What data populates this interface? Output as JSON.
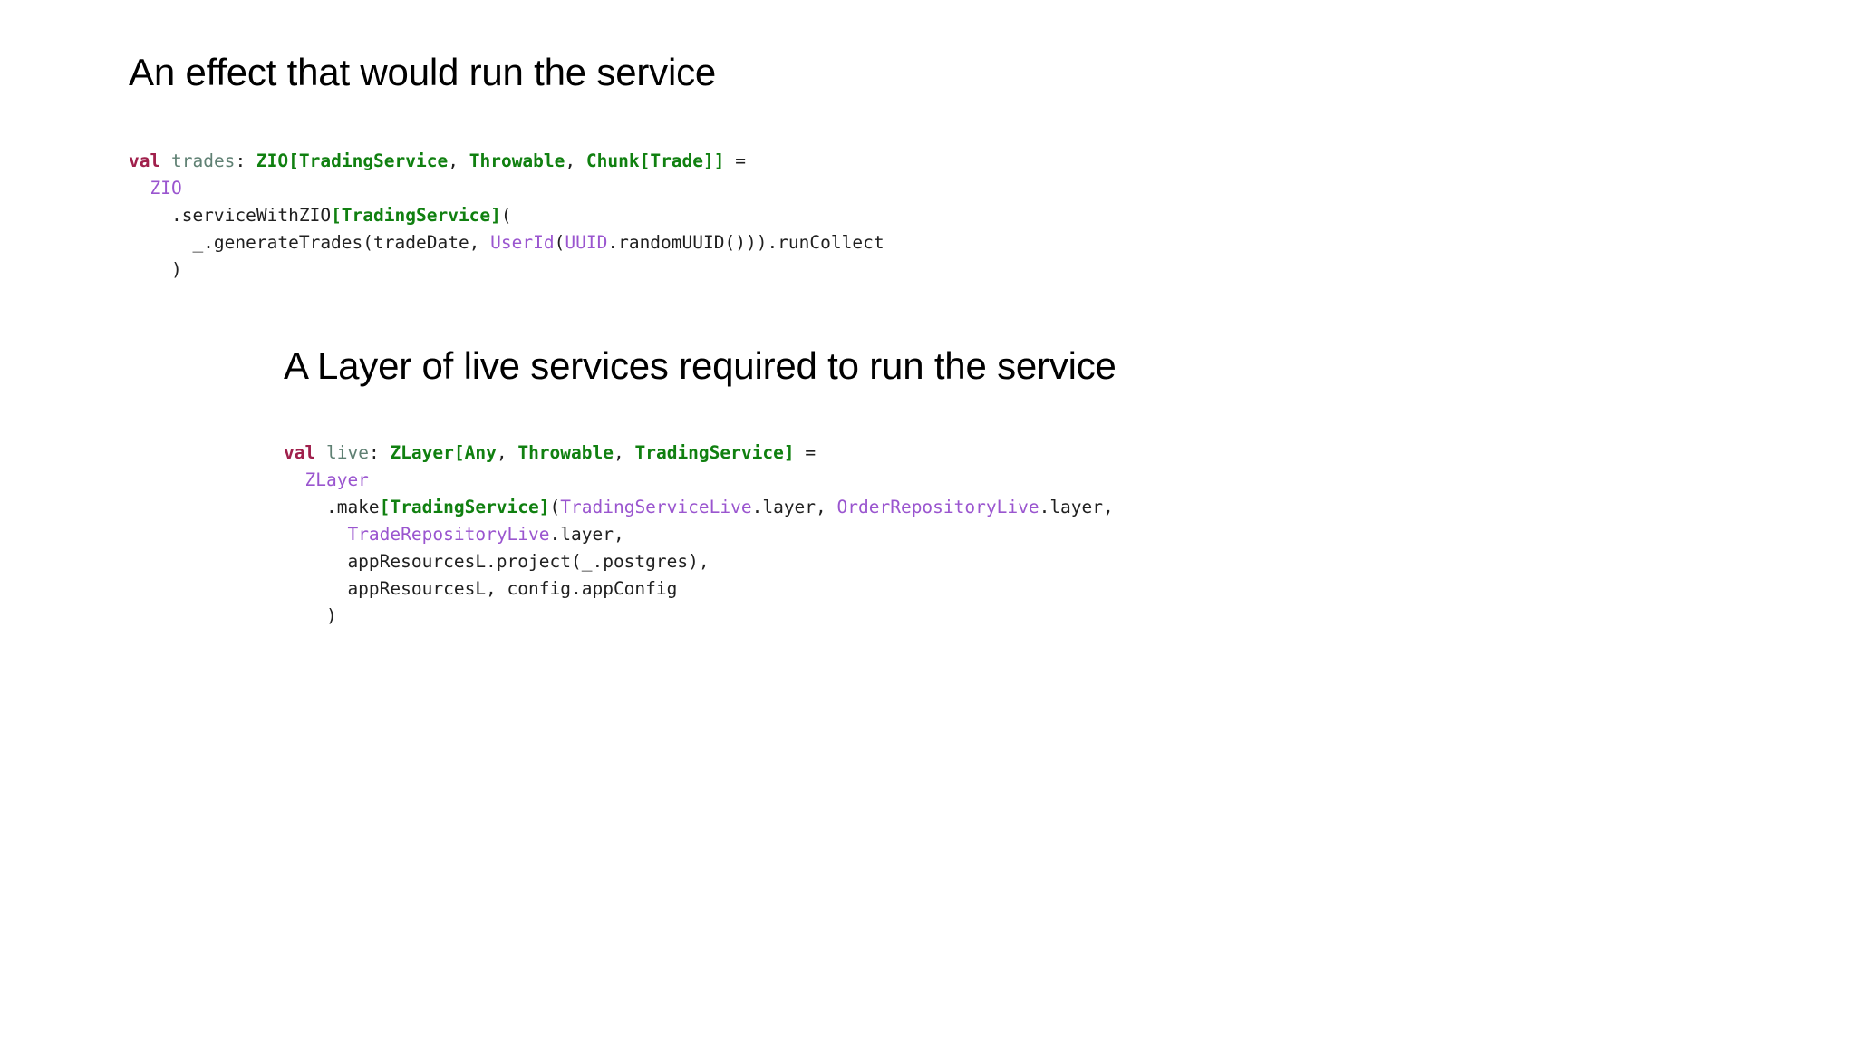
{
  "slide": {
    "background_color": "#ffffff",
    "sections": [
      {
        "heading": "An effect that would run the service",
        "code_lines": [
          [
            {
              "t": "val",
              "c": "keyword"
            },
            {
              "t": " ",
              "c": "plain"
            },
            {
              "t": "trades",
              "c": "valname"
            },
            {
              "t": ": ",
              "c": "plain"
            },
            {
              "t": "ZIO[TradingService",
              "c": "type"
            },
            {
              "t": ", ",
              "c": "plain"
            },
            {
              "t": "Throwable",
              "c": "type"
            },
            {
              "t": ", ",
              "c": "plain"
            },
            {
              "t": "Chunk[Trade]]",
              "c": "type"
            },
            {
              "t": " =",
              "c": "plain"
            }
          ],
          [
            {
              "t": "  ",
              "c": "plain"
            },
            {
              "t": "ZIO",
              "c": "ident"
            }
          ],
          [
            {
              "t": "    .serviceWithZIO",
              "c": "plain"
            },
            {
              "t": "[TradingService]",
              "c": "type"
            },
            {
              "t": "(",
              "c": "plain"
            }
          ],
          [
            {
              "t": "      _.generateTrades(tradeDate, ",
              "c": "plain"
            },
            {
              "t": "UserId",
              "c": "ident"
            },
            {
              "t": "(",
              "c": "plain"
            },
            {
              "t": "UUID",
              "c": "ident"
            },
            {
              "t": ".randomUUID())).runCollect",
              "c": "plain"
            }
          ],
          [
            {
              "t": "    )",
              "c": "plain"
            }
          ]
        ]
      },
      {
        "heading": "A Layer of live services required to run the service",
        "code_lines": [
          [
            {
              "t": "val",
              "c": "keyword"
            },
            {
              "t": " ",
              "c": "plain"
            },
            {
              "t": "live",
              "c": "valname"
            },
            {
              "t": ": ",
              "c": "plain"
            },
            {
              "t": "ZLayer[Any",
              "c": "type"
            },
            {
              "t": ", ",
              "c": "plain"
            },
            {
              "t": "Throwable",
              "c": "type"
            },
            {
              "t": ", ",
              "c": "plain"
            },
            {
              "t": "TradingService]",
              "c": "type"
            },
            {
              "t": " =",
              "c": "plain"
            }
          ],
          [
            {
              "t": "  ",
              "c": "plain"
            },
            {
              "t": "ZLayer",
              "c": "ident"
            }
          ],
          [
            {
              "t": "    .make",
              "c": "plain"
            },
            {
              "t": "[TradingService]",
              "c": "type"
            },
            {
              "t": "(",
              "c": "plain"
            },
            {
              "t": "TradingServiceLive",
              "c": "ident"
            },
            {
              "t": ".layer, ",
              "c": "plain"
            },
            {
              "t": "OrderRepositoryLive",
              "c": "ident"
            },
            {
              "t": ".layer,",
              "c": "plain"
            }
          ],
          [
            {
              "t": "      ",
              "c": "plain"
            },
            {
              "t": "TradeRepositoryLive",
              "c": "ident"
            },
            {
              "t": ".layer,",
              "c": "plain"
            }
          ],
          [
            {
              "t": "      appResourcesL.project(_.postgres),",
              "c": "plain"
            }
          ],
          [
            {
              "t": "      appResourcesL, config.appConfig",
              "c": "plain"
            }
          ],
          [
            {
              "t": "    )",
              "c": "plain"
            }
          ]
        ]
      }
    ],
    "colors": {
      "keyword": "#a0204c",
      "valname": "#5f8073",
      "type": "#108010",
      "ident": "#9a55cf",
      "plain": "#202020",
      "heading": "#000000",
      "background": "#ffffff"
    }
  }
}
